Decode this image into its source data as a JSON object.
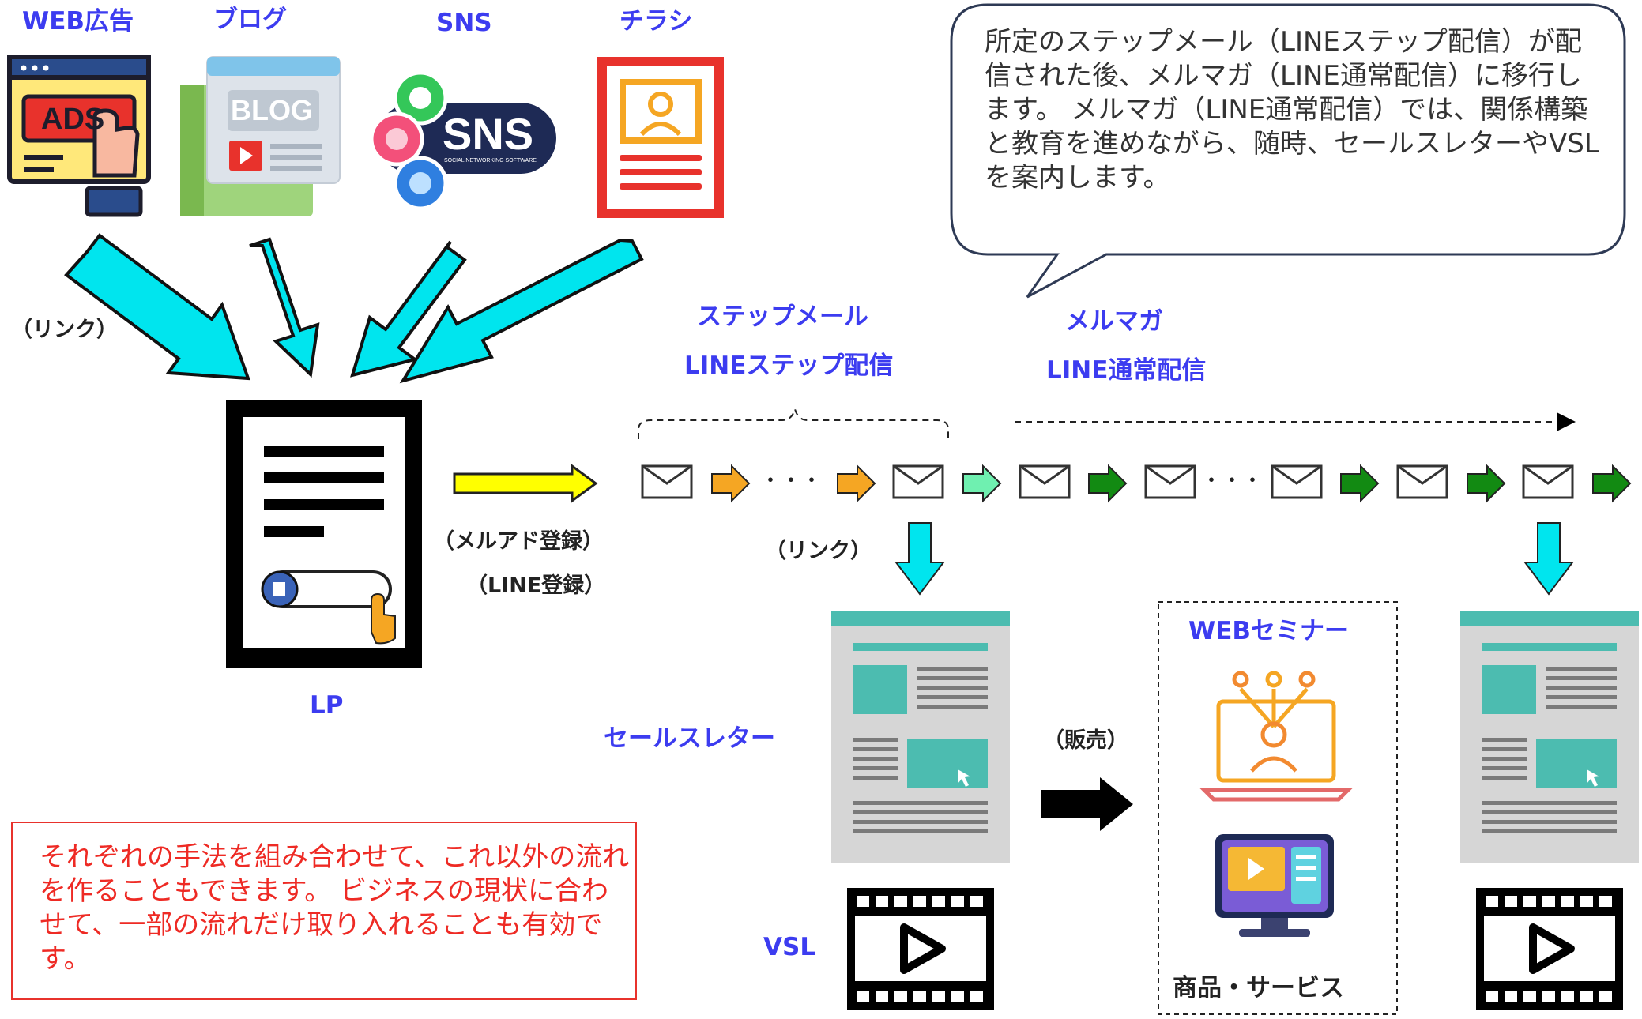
{
  "sources": {
    "web_ad": {
      "label": "WEB広告",
      "art_text": "ADS"
    },
    "blog": {
      "label": "ブログ",
      "art_text": "BLOG"
    },
    "sns": {
      "label": "SNS",
      "art_text": "SNS",
      "art_subtext": "SOCIAL NETWORKING SOFTWARE"
    },
    "flyer": {
      "label": "チラシ"
    }
  },
  "link_label_left": "（リンク）",
  "lp": {
    "label": "LP"
  },
  "registration": {
    "line1": "（メルアド登録）",
    "line2": "（LINE登録）"
  },
  "step_mail": {
    "title": "ステップメール",
    "subtitle": "LINEステップ配信"
  },
  "merumaga": {
    "title": "メルマガ",
    "subtitle": "LINE通常配信"
  },
  "bubble": {
    "text": "所定のステップメール（LINEステップ配信）が配信された後、メルマガ（LINE通常配信）に移行します。\nメルマガ（LINE通常配信）では、関係構築と教育を進めながら、随時、セールスレターやVSLを案内します。"
  },
  "dots_1": "・・・",
  "dots_2": "・・・",
  "link_label_mid": "（リンク）",
  "sales_letter_label": "セールスレター",
  "vsl_label": "VSL",
  "sale_label": "（販売）",
  "webinar": {
    "title": "WEBセミナー"
  },
  "product_label": "商品・サービス",
  "note": {
    "text": "それぞれの手法を組み合わせて、これ以外の流れを作ることもできます。\nビジネスの現状に合わせて、一部の流れだけ取り入れることも有効です。"
  },
  "colors": {
    "label_blue": "#3c3cf0",
    "cyan_arrow": "#00e5ee",
    "yellow_arrow": "#ffff00",
    "orange_arrow": "#f5a623",
    "mint_arrow": "#6ff0b0",
    "green_arrow": "#128a12",
    "note_red": "#ee2a24",
    "teal": "#4cbcb0"
  },
  "icons": {
    "mail": "envelope-icon",
    "ads": "ads-browser-icon",
    "blog": "blog-icon",
    "sns": "sns-icon",
    "flyer": "flyer-icon",
    "lp": "landing-page-icon",
    "letter": "sales-letter-page-icon",
    "vsl": "film-play-icon",
    "webinar": "webinar-icon",
    "product": "video-course-icon"
  }
}
